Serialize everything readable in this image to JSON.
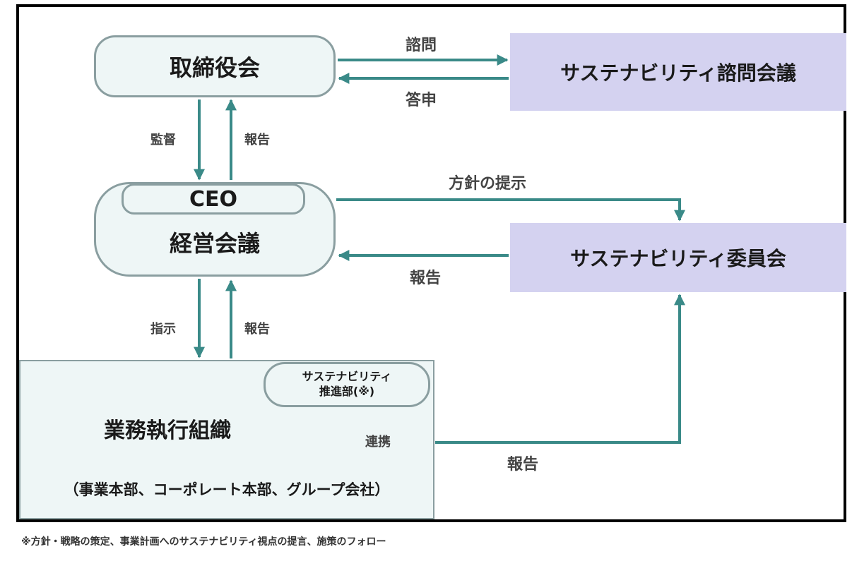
{
  "nodes": {
    "board": "取締役会",
    "advisory_council": "サステナビリティ諮問会議",
    "ceo": "CEO",
    "management_meeting": "経営会議",
    "sustainability_committee": "サステナビリティ委員会",
    "promotion_dept_line1": "サステナビリティ",
    "promotion_dept_line2": "推進部(※)",
    "execution_org": "業務執行組織",
    "execution_org_sub": "（事業本部、コーポレート本部、グループ会社）"
  },
  "labels": {
    "consult": "諮問",
    "report_back": "答申",
    "supervise": "監督",
    "report_board": "報告",
    "policy": "方針の提示",
    "report_committee_mgmt": "報告",
    "instruct": "指示",
    "report_mgmt": "報告",
    "cooperate": "連携",
    "report_exec_committee": "報告"
  },
  "footnote": "※方針・戦略の策定、事業計画へのサステナビリティ視点の提言、施策のフォロー",
  "colors": {
    "arrow": "#3a8a88",
    "rounded_fill": "#eef6f6",
    "rounded_border": "#8a9ea0",
    "purple_fill": "#d4d2f0"
  }
}
